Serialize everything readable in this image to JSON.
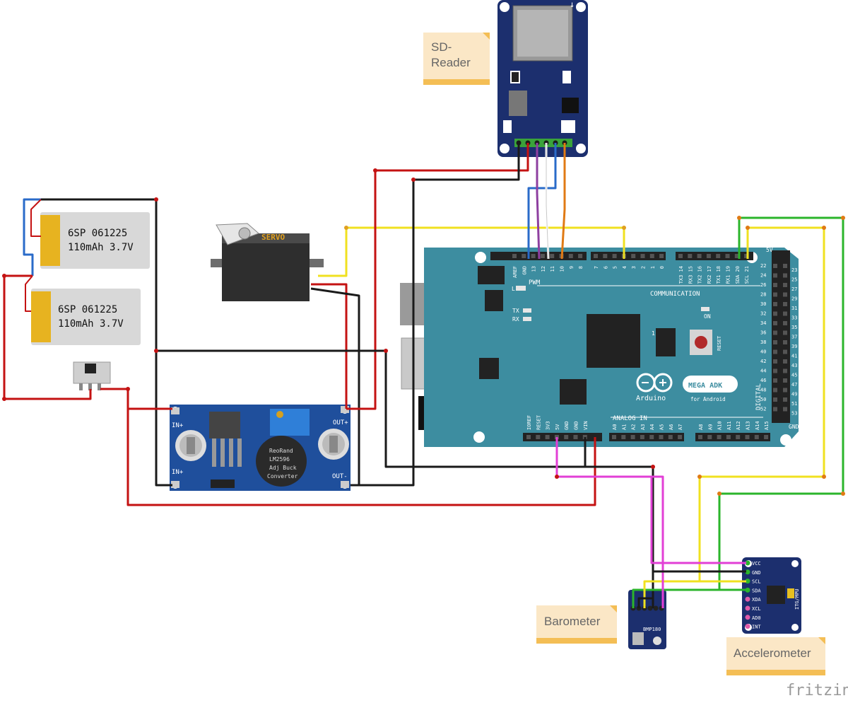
{
  "colors": {
    "arduino": "#3d8da0",
    "pcb_blue": "#1f4f9c",
    "sd_board": "#1c2f6e",
    "wire_red": "#c41212",
    "wire_black": "#1a1a1a",
    "wire_yellow": "#f0e120",
    "wire_green": "#2bb52b",
    "wire_blue": "#2a6bc9",
    "wire_purple": "#8e3fa0",
    "wire_orange": "#e07a14",
    "wire_magenta": "#e23fd6",
    "note_bg": "#fbe7c6",
    "note_bar": "#f4be55"
  },
  "notes": {
    "sd_reader": "SD-\nReader",
    "barometer": "Barometer",
    "accelerometer": "Accelerometer"
  },
  "batteries": [
    {
      "line1": "6SP 061225",
      "line2": "110mAh 3.7V"
    },
    {
      "line1": "6SP 061225",
      "line2": "110mAh 3.7V"
    }
  ],
  "servo": {
    "label": "SERVO"
  },
  "buck": {
    "line1": "ReoRand",
    "line2": "LM2596",
    "line3": "Adj Buck",
    "line4": "Converter",
    "in_plus_top": "IN+",
    "in_plus_bottom": "IN+",
    "out_plus": "OUT+",
    "out_minus": "OUT-"
  },
  "arduino": {
    "brand": "Arduino",
    "model": "MEGA ADK",
    "sub": "for Android",
    "pwm": "PWM",
    "communication": "COMMUNICATION",
    "analog_in": "ANALOG IN",
    "digital": "DIGITAL",
    "reset": "RESET",
    "on": "ON",
    "l": "L",
    "tx": "TX",
    "rx": "RX",
    "gnd": "GND",
    "five_v": "5V",
    "pwm_pins": [
      "AREF",
      "GND",
      "13",
      "12",
      "11",
      "10",
      "9",
      "8"
    ],
    "pwm_pins2": [
      "7",
      "6",
      "5",
      "4",
      "3",
      "2",
      "1",
      "0"
    ],
    "comm_pins": [
      "TX3 14",
      "RX3 15",
      "TX2 16",
      "RX2 17",
      "TX1 18",
      "RX1 19",
      "SDA 20",
      "SCL 21"
    ],
    "power_pins": [
      "IOREF",
      "RESET",
      "3V3",
      "5V",
      "GND",
      "GND",
      "VIN"
    ],
    "analog_pins": [
      "A0",
      "A1",
      "A2",
      "A3",
      "A4",
      "A5",
      "A6",
      "A7"
    ],
    "analog_pins2": [
      "A8",
      "A9",
      "A10",
      "A11",
      "A12",
      "A13",
      "A14",
      "A15"
    ],
    "right_left": [
      "22",
      "24",
      "26",
      "28",
      "30",
      "32",
      "34",
      "36",
      "38",
      "40",
      "42",
      "44",
      "46",
      "48",
      "50",
      "52"
    ],
    "right_right": [
      "23",
      "25",
      "27",
      "29",
      "31",
      "33",
      "35",
      "37",
      "39",
      "41",
      "43",
      "45",
      "47",
      "49",
      "51",
      "53"
    ],
    "icsp": "1"
  },
  "imu": {
    "pins": [
      "VCC",
      "GND",
      "SCL",
      "SDA",
      "XDA",
      "XCL",
      "AD0",
      "INT"
    ],
    "label": "ITG/MPU"
  },
  "baro": {
    "label": "BMP180"
  },
  "watermark": "fritzing"
}
